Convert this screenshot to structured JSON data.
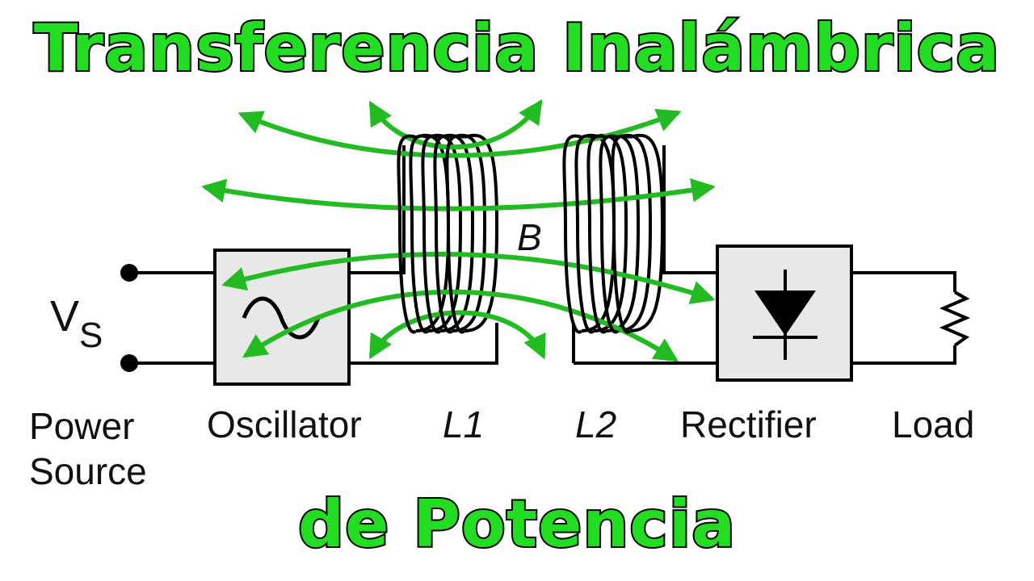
{
  "title": {
    "line1": "Transferencia Inalámbrica",
    "line2": "de Potencia"
  },
  "labels": {
    "vs_main": "V",
    "vs_sub": "S",
    "power_line1": "Power",
    "power_line2": "Source",
    "oscillator": "Oscillator",
    "l1": "L1",
    "l2": "L2",
    "field": "B",
    "rectifier": "Rectifier",
    "load": "Load"
  },
  "colors": {
    "field_lines": "#22bb22",
    "title_fill": "#22dd22",
    "box_fill": "#e8e8e8",
    "wire": "#000000"
  },
  "icons": {
    "oscillator": "sine-wave-icon",
    "rectifier": "diode-icon",
    "load": "resistor-icon"
  }
}
